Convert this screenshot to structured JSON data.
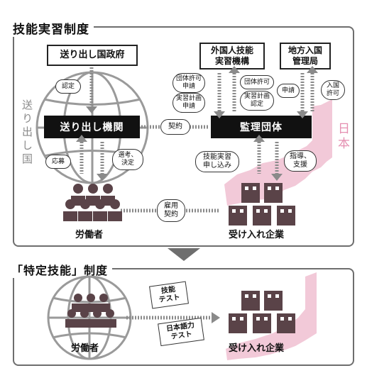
{
  "sections": {
    "top_title": "技能実習制度",
    "bottom_title": "「特定技能」制度"
  },
  "top": {
    "sending_government": "送り出し国政府",
    "foreign_trainee_org": "外国人技能\n実習機構",
    "immigration_bureau": "地方入国\n管理局",
    "sending_agency": "送り出し機関",
    "supervising_org": "監理団体",
    "workers": "労働者",
    "host_companies": "受け入れ企業",
    "sending_country": "送り出し国",
    "japan": "日本",
    "bubbles": {
      "certification": "認定",
      "group_permit_apply": "団体許可\n申請",
      "plan_apply": "実習計画\n申請",
      "group_permit": "団体許可",
      "plan_certified": "実習計画\n認定",
      "application": "申請",
      "entry_permit": "入国\n許可",
      "apply_worker": "応募",
      "selection": "選考、\n決定",
      "trainee_apply": "技能実習\n申し込み",
      "guidance": "指導、\n支援",
      "contract": "契約",
      "employment_contract": "雇用\n契約"
    }
  },
  "bottom": {
    "skill_test": "技能\nテスト",
    "japanese_test": "日本語力\nテスト",
    "workers": "労働者",
    "host_companies": "受け入れ企業"
  },
  "colors": {
    "frame": "#6e6e6e",
    "japan_pink": "#f2c9d8",
    "japan_text": "#e58fb1",
    "building": "#5a4348",
    "person": "#5a4348",
    "globe": "#9a9a9a"
  }
}
